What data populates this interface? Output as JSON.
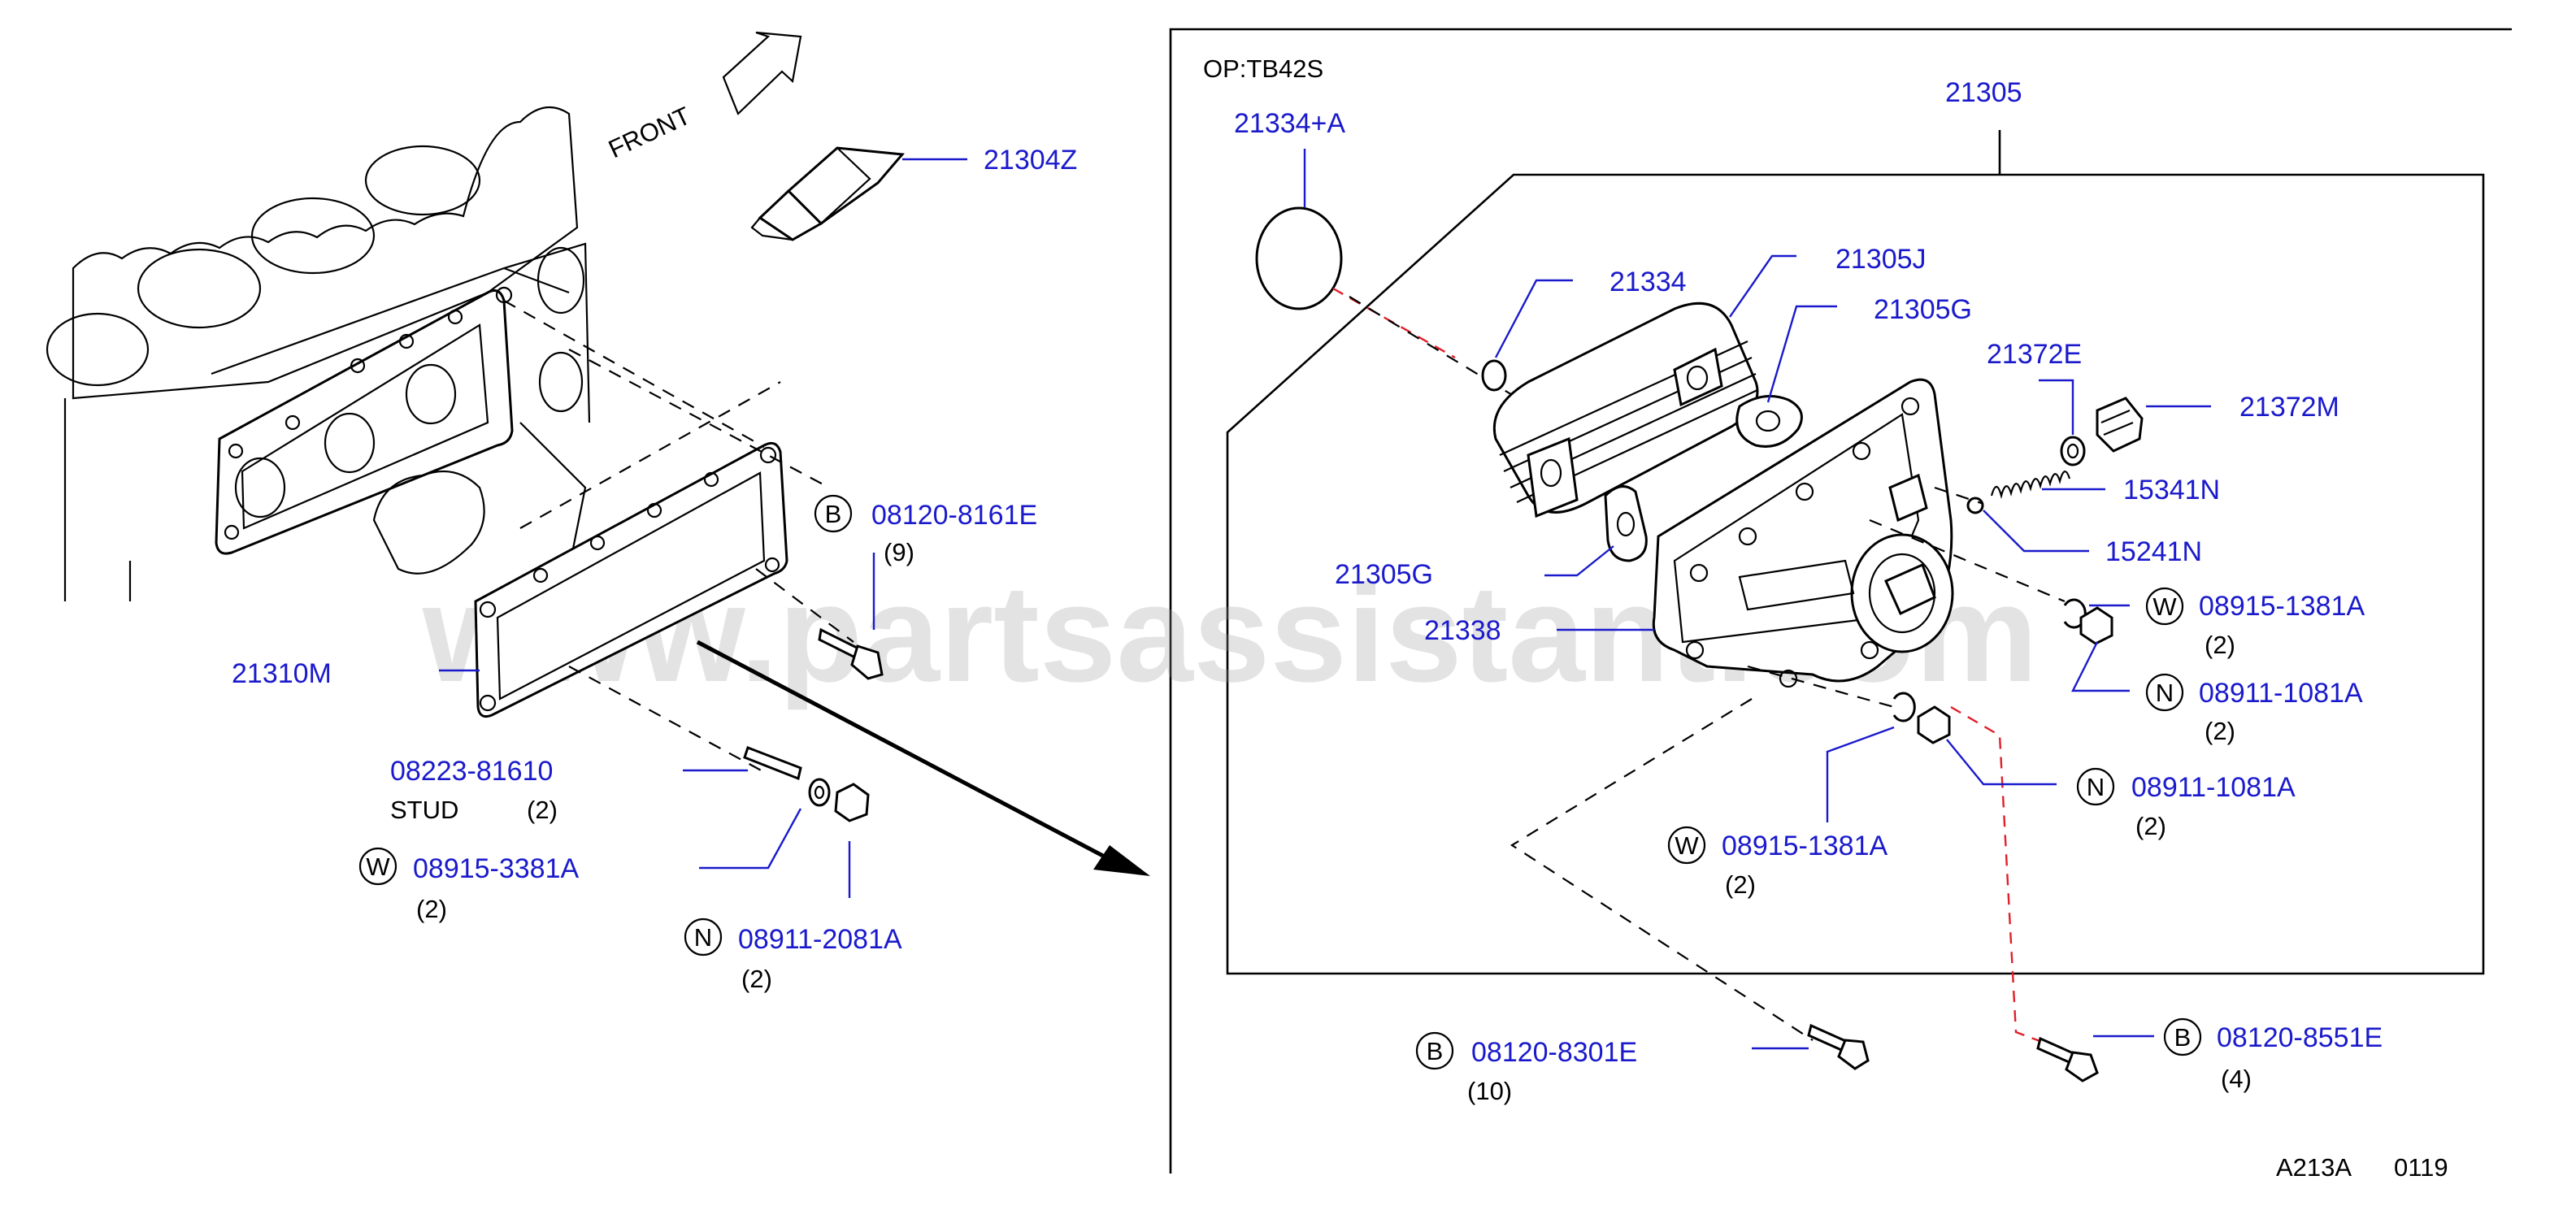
{
  "header": {
    "option_label": "OP:TB42S",
    "front_label": "FRONT"
  },
  "footer": {
    "ref_code": "A213A",
    "ref_number": "0119"
  },
  "watermark": "www.partsassistant.com",
  "callouts": {
    "oil_cooler_assy": "21305",
    "o_ring_a": "21334+A",
    "sealant": "21304Z",
    "bolt_head": "08120-8161E",
    "bolt_head_qty": "(9)",
    "gasket_head": "21310M",
    "stud": "08223-81610",
    "stud_label": "STUD",
    "stud_qty": "(2)",
    "washer_left": "08915-3381A",
    "washer_left_qty": "(2)",
    "nut_left": "08911-2081A",
    "nut_left_qty": "(2)",
    "o_ring": "21334",
    "cooler_element": "21305J",
    "gasket_top": "21305G",
    "plug_washer": "21372E",
    "plug": "21372M",
    "spring": "15341N",
    "valve": "15241N",
    "gasket_side": "21305G",
    "cooler_gasket": "21338",
    "washer_right": "08915-1381A",
    "washer_right_qty": "(2)",
    "nut_right": "08911-1081A",
    "nut_right_qty": "(2)",
    "nut_mid": "08911-1081A",
    "nut_mid_qty": "(2)",
    "washer_mid": "08915-1381A",
    "washer_mid_qty": "(2)",
    "bolt_bottom": "08120-8301E",
    "bolt_bottom_qty": "(10)",
    "bolt_right": "08120-8551E",
    "bolt_right_qty": "(4)"
  },
  "symbols": {
    "bolt": "B",
    "washer": "W",
    "nut": "N"
  },
  "colors": {
    "callout": "#1a1acc",
    "line": "#000000",
    "red_dash": "#e0202a"
  }
}
